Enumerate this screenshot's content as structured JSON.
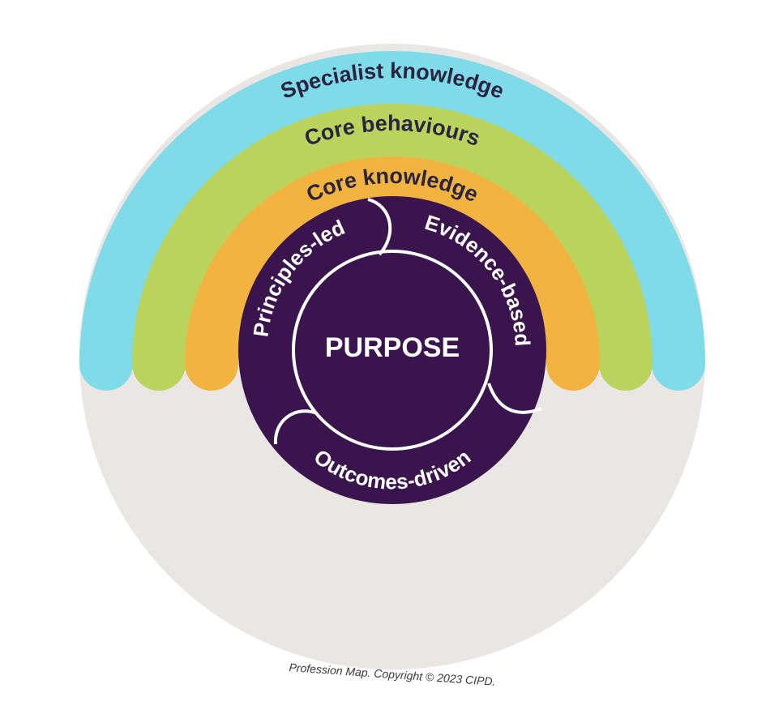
{
  "colors": {
    "outer_disc": "#e9e6e3",
    "specialist": "#7fdbe8",
    "behaviours": "#b9d35c",
    "knowledge": "#f2b43f",
    "core": "#39144d",
    "divider": "#ffffff",
    "band_text": "#2b2342"
  },
  "bands": {
    "specialist_label": "Specialist knowledge",
    "behaviours_label": "Core behaviours",
    "knowledge_label": "Core knowledge"
  },
  "core": {
    "principles_label": "Principles-led",
    "evidence_label": "Evidence-based",
    "outcomes_label": "Outcomes-driven",
    "center_label": "PURPOSE"
  },
  "footer": {
    "copyright": "Profession Map. Copyright © 2023 CIPD."
  }
}
